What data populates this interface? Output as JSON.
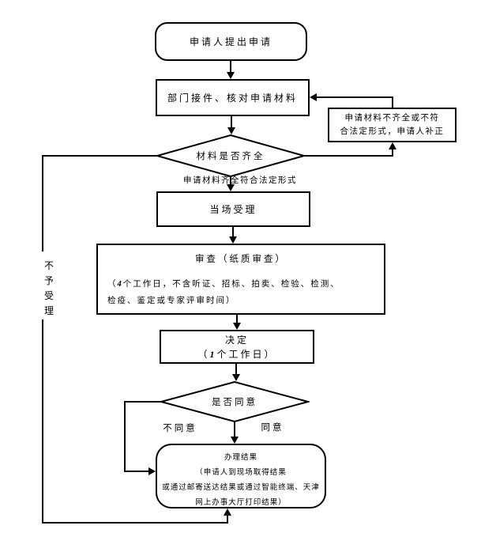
{
  "nodes": {
    "start": {
      "label": "申请人提出申请"
    },
    "receive": {
      "label": "部门接件、核对申请材料"
    },
    "materials_check": {
      "label": "材料是否齐全"
    },
    "supplement": {
      "line1": "申请材料不齐全或不符",
      "line2": "合法定形式，申请人补正"
    },
    "complete_caption": {
      "label": "申请材料齐全符合法定形式"
    },
    "accept": {
      "label": "当场受理"
    },
    "review": {
      "title": "审查（纸质审查）",
      "note_open": "（",
      "note_days": "4",
      "note_rest1": "个工作日，不含听证、招标、拍卖、检验、检测、",
      "note_rest2": "检疫、鉴定或专家评审时间）"
    },
    "decide": {
      "line1": "决定",
      "open": "（",
      "days": "1",
      "rest": "个工作日）"
    },
    "agree_check": {
      "label": "是否同意"
    },
    "result": {
      "line1": "办理结果",
      "line2": "（申请人到现场取得结果",
      "line3": "或通过邮寄送达结果或通过智能终端、天津",
      "line4": "网上办事大厅打印结果）"
    }
  },
  "edges": {
    "disagree_label": "不同意",
    "agree_label": "同意",
    "reject_label": "不予受理"
  },
  "colors": {
    "line": "#000000",
    "background": "#ffffff"
  }
}
